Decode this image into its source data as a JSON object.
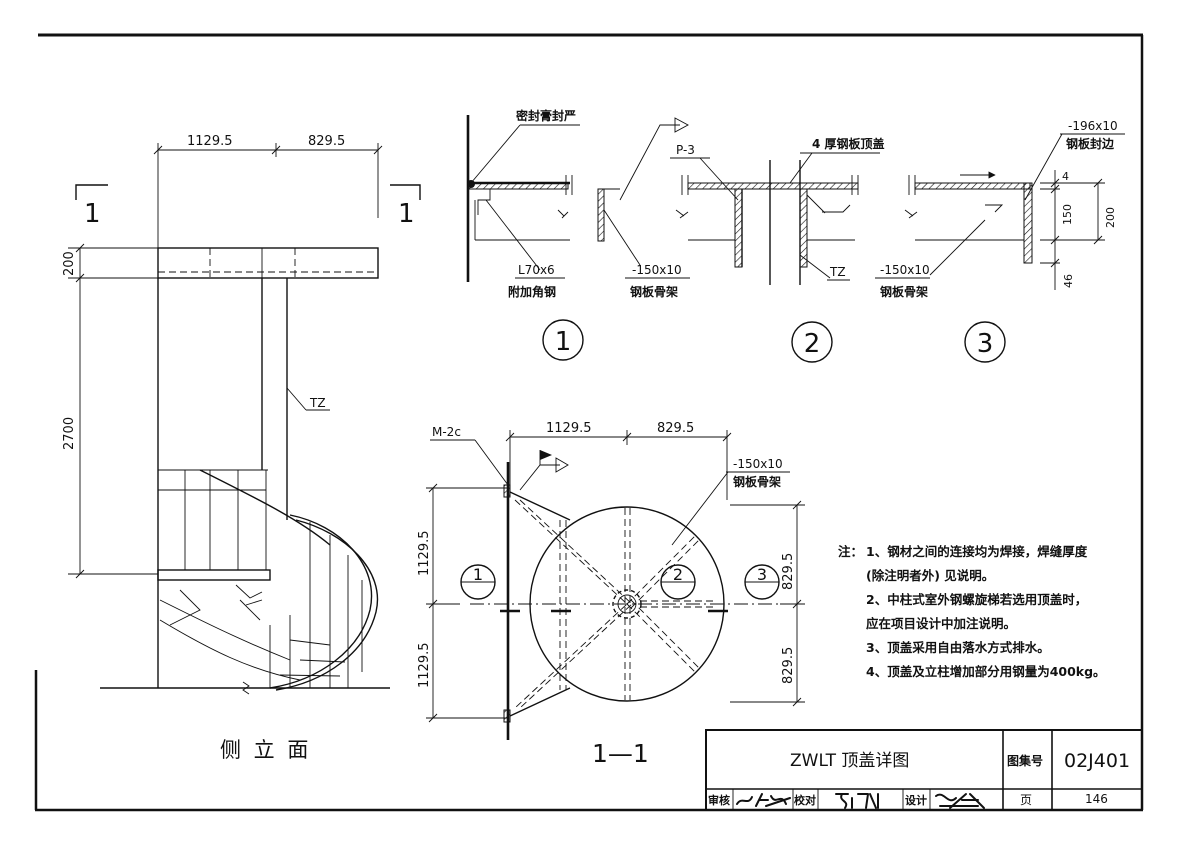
{
  "title_block": {
    "title": "ZWLT 顶盖详图",
    "atlas_label": "图集号",
    "atlas_no": "02J401",
    "page_label": "页",
    "page_no": "146",
    "review_label": "审核",
    "check_label": "校对",
    "design_label": "设计"
  },
  "side_elevation": {
    "label": "侧 立 面",
    "section_marker": "1",
    "dim_left": "1129.5",
    "dim_right": "829.5",
    "dim_cap": "200",
    "dim_height": "2700",
    "column_tag": "TZ"
  },
  "details": {
    "d1": {
      "number": "1",
      "label_seal": "密封膏封严",
      "label_angle_size": "L70x6",
      "label_angle": "附加角钢",
      "label_frame_size": "-150x10",
      "label_frame": "钢板骨架"
    },
    "d2": {
      "number": "2",
      "label_p3": "P-3",
      "label_plate": "4 厚钢板顶盖",
      "label_tz": "TZ"
    },
    "d3": {
      "number": "3",
      "label_edge_size": "-196x10",
      "label_edge": "钢板封边",
      "label_frame_size": "-150x10",
      "label_frame": "钢板骨架",
      "dim_4": "4",
      "dim_150": "150",
      "dim_200": "200",
      "dim_46": "46"
    }
  },
  "plan": {
    "label": "1—1",
    "label_m2c": "M-2c",
    "dim_top_left": "1129.5",
    "dim_top_right": "829.5",
    "dim_left_upper": "1129.5",
    "dim_left_lower": "1129.5",
    "dim_right_upper": "829.5",
    "dim_right_lower": "829.5",
    "label_frame_size": "-150x10",
    "label_frame": "钢板骨架",
    "callout_1": "1",
    "callout_2": "2",
    "callout_3": "3"
  },
  "notes": {
    "prefix": "注：",
    "lines": [
      "1、钢材之间的连接均为焊接，焊缝厚度",
      "(除注明者外) 见说明。",
      "2、中柱式室外钢螺旋梯若选用顶盖时，",
      "应在项目设计中加注说明。",
      "3、顶盖采用自由落水方式排水。",
      "4、顶盖及立柱增加部分用钢量为400kg。"
    ]
  }
}
